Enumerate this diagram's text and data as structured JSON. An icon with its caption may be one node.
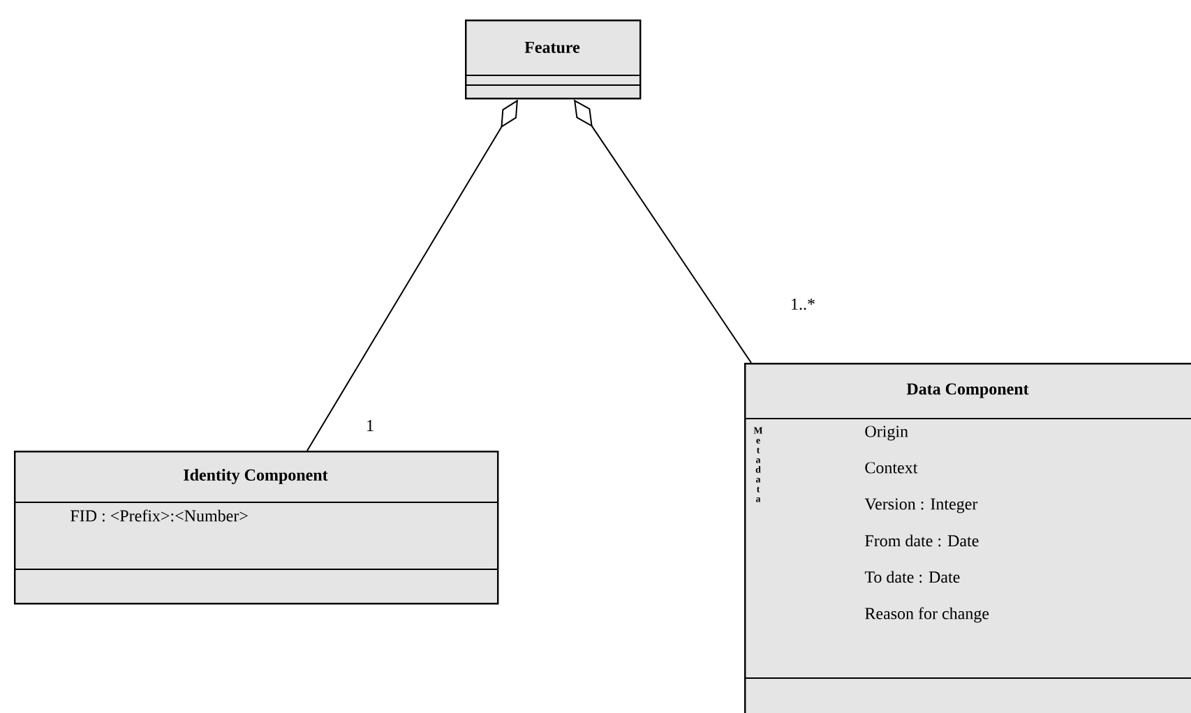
{
  "diagram": {
    "nodes": [
      {
        "text": [
          "Feature"
        ]
      },
      {
        "text": [
          "Identity Component",
          "FID : <Prefix>:<Number>"
        ]
      },
      {
        "text": [
          "Data Component",
          "Metadata",
          "Origin",
          "Context",
          "Version : Integer",
          "From date : Date",
          "To date : Date",
          "Reason for change"
        ]
      }
    ],
    "edges": [
      {
        "from": 1,
        "to": 0,
        "arrow": "other",
        "label": "1"
      },
      {
        "from": 2,
        "to": 0,
        "arrow": "other",
        "label": "1..*"
      }
    ]
  }
}
